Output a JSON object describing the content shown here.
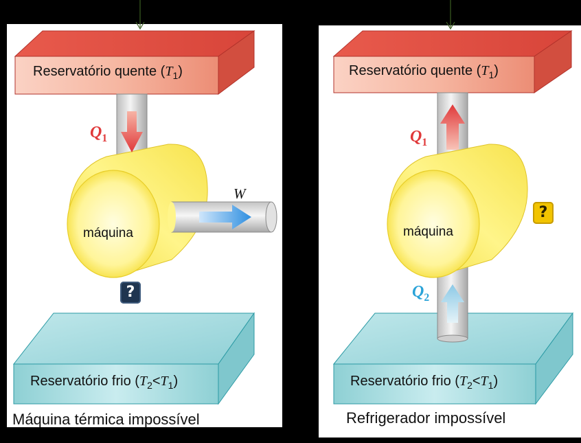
{
  "left": {
    "hot_label": "Reservatório quente",
    "hot_symbol": "T",
    "hot_sub": "1",
    "cold_label": "Reservatório  frio",
    "cold_t2": "T",
    "cold_t2_sub": "2",
    "cold_lt": "<",
    "cold_t1": "T",
    "cold_t1_sub": "1",
    "engine_label": "máquina",
    "q1_letter": "Q",
    "q1_sub": "1",
    "work_label": "W",
    "question": "?",
    "caption": "Máquina térmica impossível"
  },
  "right": {
    "hot_label": "Reservatório quente",
    "hot_symbol": "T",
    "hot_sub": "1",
    "cold_label": "Reservatório  frio",
    "cold_t2": "T",
    "cold_t2_sub": "2",
    "cold_lt": "<",
    "cold_t1": "T",
    "cold_t1_sub": "1",
    "engine_label": "máquina",
    "q1_letter": "Q",
    "q1_sub": "1",
    "q2_letter": "Q",
    "q2_sub": "2",
    "question": "?",
    "caption": "Refrigerador impossível"
  },
  "colors": {
    "hot_reservoir": "#f2a08e",
    "cold_reservoir": "#a9dde0",
    "engine": "#fff27a",
    "q1_color": "#e0393a",
    "q2_color": "#2aa3d8",
    "work_arrow": "#2f8fe0",
    "question_dark": "#1f3550",
    "question_yellow": "#f2c400"
  }
}
